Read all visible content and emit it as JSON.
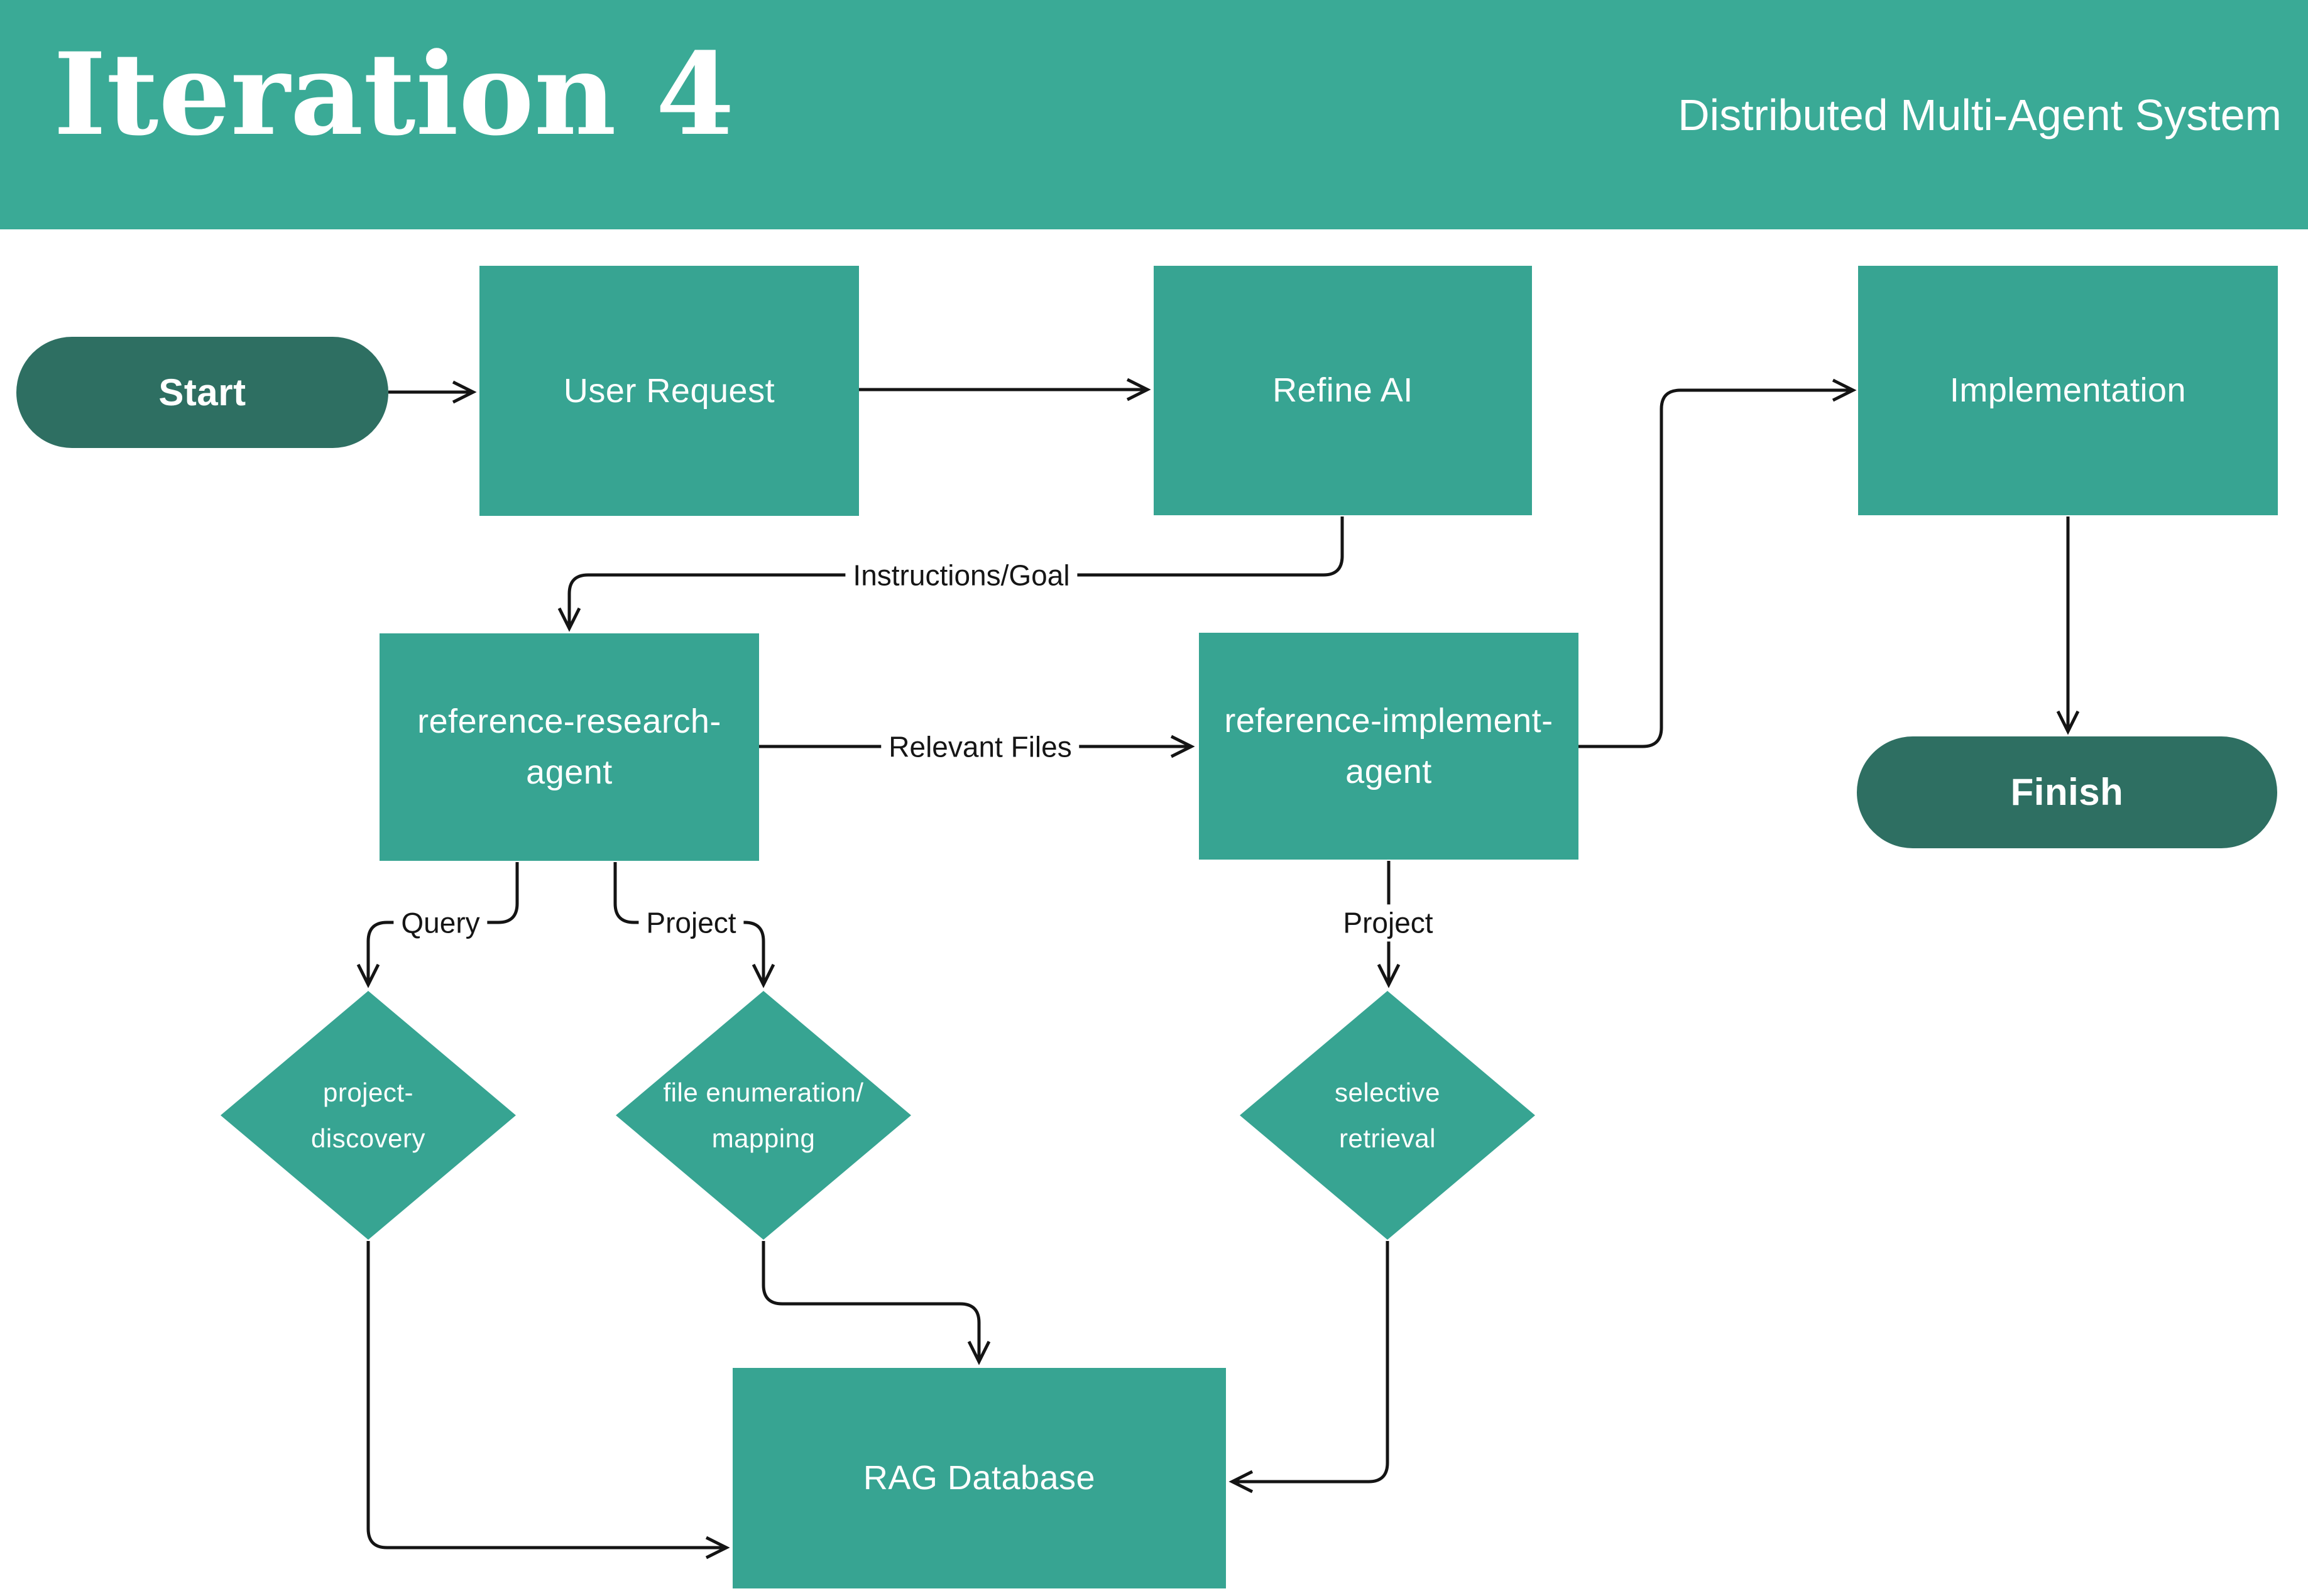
{
  "header": {
    "title": "Iteration 4",
    "subtitle": "Distributed Multi-Agent System"
  },
  "colors": {
    "header_bg": "#3AAA96",
    "node_fill": "#37A492",
    "terminal_fill": "#2E6F62",
    "line": "#141414",
    "edge_label_text": "#151515",
    "canvas_bg": "#FFFFFF",
    "text_on_fill": "#FFFFFF"
  },
  "nodes": {
    "start": {
      "lines": [
        "Start"
      ]
    },
    "user_request": {
      "lines": [
        "User Request"
      ]
    },
    "refine_ai": {
      "lines": [
        "Refine AI"
      ]
    },
    "implementation": {
      "lines": [
        "Implementation"
      ]
    },
    "finish": {
      "lines": [
        "Finish"
      ]
    },
    "reference_research_agent": {
      "lines": [
        "reference-research-",
        "agent"
      ]
    },
    "reference_implement_agent": {
      "lines": [
        "reference-implement-",
        "agent"
      ]
    },
    "project_discovery": {
      "lines": [
        "project-",
        "discovery"
      ]
    },
    "file_enumeration_mapping": {
      "lines": [
        "file enumeration/",
        "mapping"
      ]
    },
    "selective_retrieval": {
      "lines": [
        "selective",
        "retrieval"
      ]
    },
    "rag_database": {
      "lines": [
        "RAG Database"
      ]
    }
  },
  "edge_labels": {
    "instructions_goal": "Instructions/Goal",
    "relevant_files": "Relevant Files",
    "query": "Query",
    "project_left": "Project",
    "project_right": "Project"
  }
}
